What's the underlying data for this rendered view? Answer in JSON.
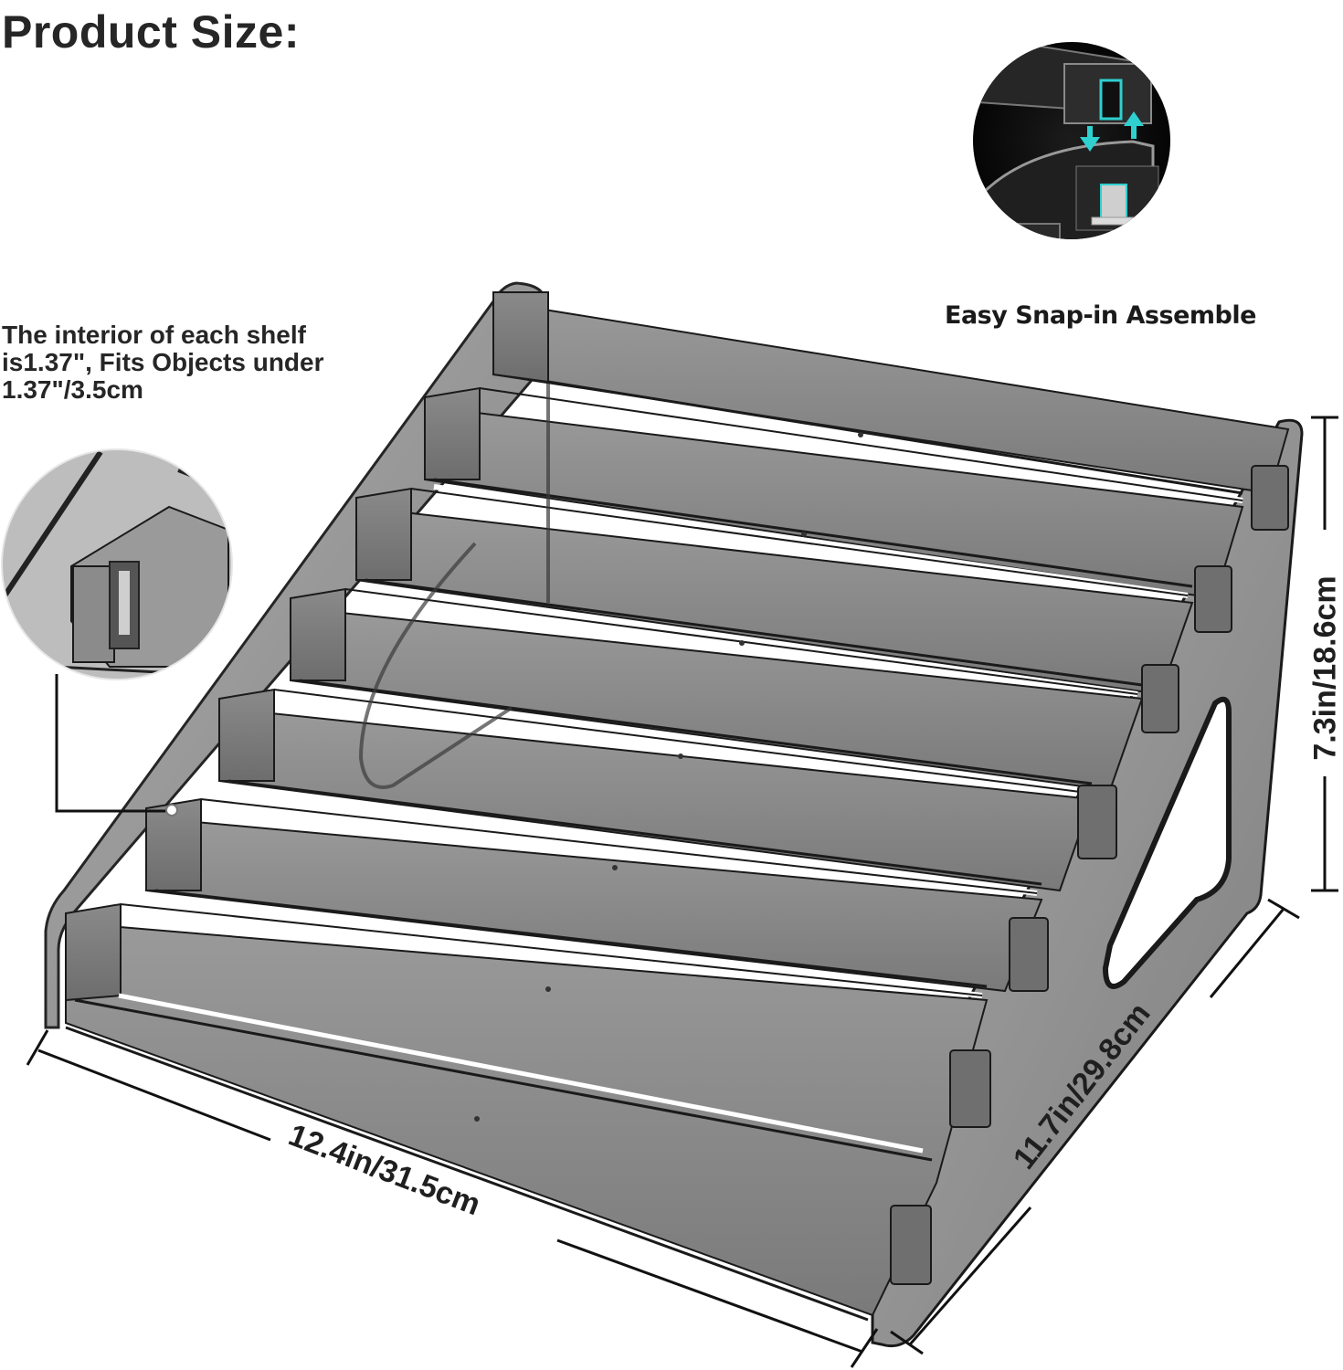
{
  "header": {
    "title": "Product Size:"
  },
  "callouts": {
    "interior_note": "The interior of each shelf\n is1.37\", Fits Objects under\n1.37\"/3.5cm",
    "snap_in_caption": "Easy Snap-in Assemble"
  },
  "dimensions": {
    "width": "12.4in/31.5cm",
    "depth": "11.7in/29.8cm",
    "height": "7.3in/18.6cm"
  },
  "product": {
    "tiers": 7,
    "material_color": "#8f8f8f",
    "outline_color": "#1a1a1a",
    "accent_arrow_color": "#2fd0d0"
  }
}
